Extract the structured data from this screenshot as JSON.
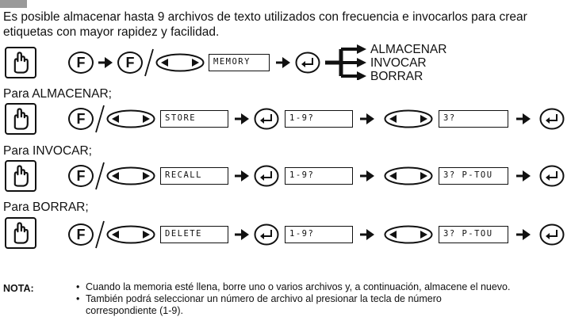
{
  "intro": "Es posible almacenar hasta 9 archivos de texto utilizados con frecuencia e invocarlos para crear etiquetas con mayor rapidez y facilidad.",
  "icons": {
    "hand": "hand-pointer-icon",
    "function_key": "function-key-icon",
    "cursor_key": "cursor-left-right-key-icon",
    "enter_key": "enter-key-icon",
    "arrow": "right-arrow-icon"
  },
  "keys": {
    "function_label": "F"
  },
  "overview": {
    "lcd": "MEMORY",
    "options": [
      "ALMACENAR",
      "INVOCAR",
      "BORRAR"
    ]
  },
  "sections": {
    "store": {
      "heading": "Para ALMACENAR;",
      "lcd1": "STORE",
      "lcd2": "1-9?",
      "lcd3": "3?"
    },
    "recall": {
      "heading": "Para INVOCAR;",
      "lcd1": "RECALL",
      "lcd2": "1-9?",
      "lcd3": "3? P-TOU"
    },
    "delete": {
      "heading": "Para BORRAR;",
      "lcd1": "DELETE",
      "lcd2": "1-9?",
      "lcd3": "3? P-TOU"
    }
  },
  "note": {
    "label": "NOTA:",
    "items": [
      "Cuando la memoria esté llena, borre uno o varios archivos y, a continuación, almacene el nuevo.",
      "También podrá seleccionar un número de archivo al presionar la tecla de número correspondiente (1-9)."
    ]
  }
}
